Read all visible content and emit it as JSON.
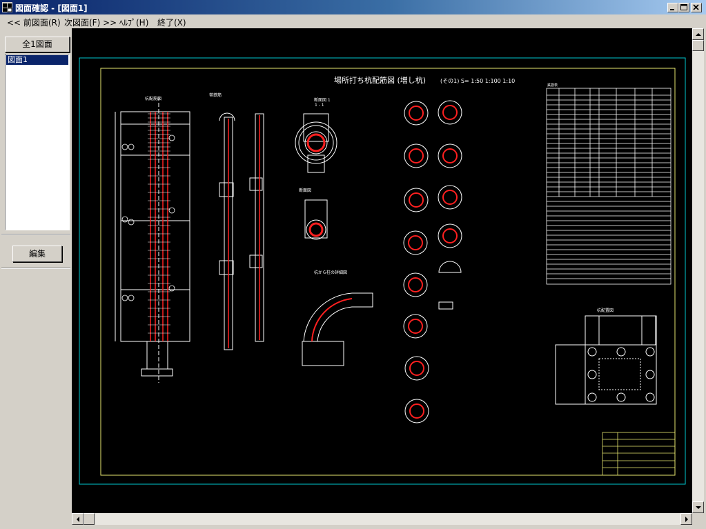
{
  "window": {
    "title": "図面確認 - [図面1]"
  },
  "menu": {
    "prev": "<< 前図面(R)",
    "next": "次図面(F) >>",
    "help": "ﾍﾙﾌﾟ(H)",
    "exit": "終了(X)"
  },
  "panel": {
    "all_drawings_label": "全1図面",
    "items": [
      {
        "label": "図面1"
      }
    ],
    "edit_label": "編集"
  },
  "drawing": {
    "title": "場所打ち杭配筋図 (増し杭)",
    "title_right": "(その1)   S= 1:50 1:100 1:10",
    "labels": {
      "front_view": "杭配筋図",
      "side_view": "帯鉄筋",
      "section_aa": "断面図 1",
      "section_aa_sub": "1 - 1",
      "section_b": "断面図",
      "bend_detail": "杭から柱の詳細図",
      "plan_view": "杭配置図",
      "table_title": "鉄筋表"
    }
  },
  "colors": {
    "canvas_bg": "#000000",
    "border_outer": "#00c8d0",
    "border_inner": "#e8e870",
    "line": "#ffffff",
    "rebar": "#ff2020",
    "selection": "#0a246a"
  }
}
